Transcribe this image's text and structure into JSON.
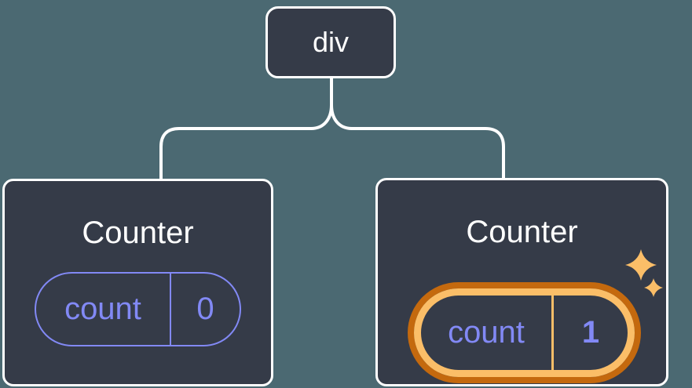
{
  "diagram": {
    "description": "Component state tree diagram",
    "root": {
      "label": "div"
    },
    "children": [
      {
        "title": "Counter",
        "state": {
          "key": "count",
          "value": "0"
        },
        "highlighted": false
      },
      {
        "title": "Counter",
        "state": {
          "key": "count",
          "value": "1"
        },
        "highlighted": true
      }
    ]
  },
  "icons": {
    "sparkles": "sparkles-icon"
  },
  "colors": {
    "background": "#4b6972",
    "card_fill": "#353b48",
    "card_border": "#ffffff",
    "connector": "#ffffff",
    "text_white": "#ffffff",
    "purple": "#8289f5",
    "orange_dark": "#c4690e",
    "orange_light": "#fbbe68"
  }
}
